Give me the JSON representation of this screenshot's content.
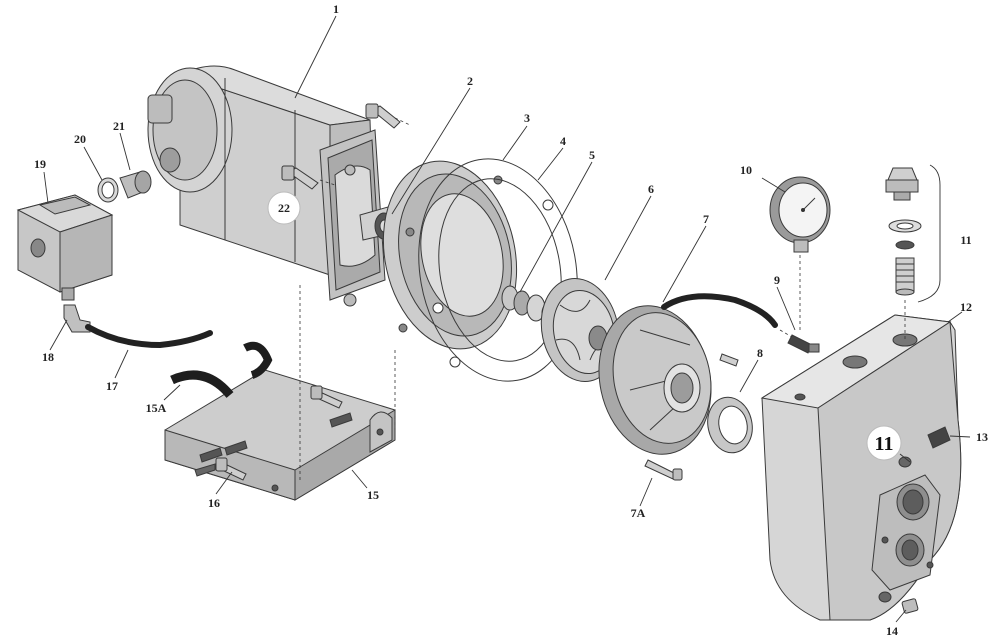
{
  "diagram": {
    "parts": [
      {
        "id": "motor",
        "label": "1"
      },
      {
        "id": "shaft-seal",
        "label": "2"
      },
      {
        "id": "seal-plate",
        "label": "3"
      },
      {
        "id": "o-ring-gasket",
        "label": "4"
      },
      {
        "id": "mechanical-seal",
        "label": "5"
      },
      {
        "id": "impeller",
        "label": "6"
      },
      {
        "id": "diffuser",
        "label": "7"
      },
      {
        "id": "diffuser-screw",
        "label": "7A"
      },
      {
        "id": "wear-ring",
        "label": "8"
      },
      {
        "id": "gauge-fitting",
        "label": "9"
      },
      {
        "id": "pressure-gauge",
        "label": "10"
      },
      {
        "id": "control-valve-assembly",
        "label": "11"
      },
      {
        "id": "pump-body",
        "label": "12"
      },
      {
        "id": "plug",
        "label": "13"
      },
      {
        "id": "drain-plug",
        "label": "14"
      },
      {
        "id": "base",
        "label": "15"
      },
      {
        "id": "base-pad",
        "label": "15A"
      },
      {
        "id": "base-bolt",
        "label": "16"
      },
      {
        "id": "tubing",
        "label": "17"
      },
      {
        "id": "elbow-fitting",
        "label": "18"
      },
      {
        "id": "pressure-switch",
        "label": "19"
      },
      {
        "id": "locknut",
        "label": "20"
      },
      {
        "id": "connector",
        "label": "21"
      },
      {
        "id": "motor-bolt",
        "label": "22"
      }
    ],
    "body_port_callout": "11"
  }
}
